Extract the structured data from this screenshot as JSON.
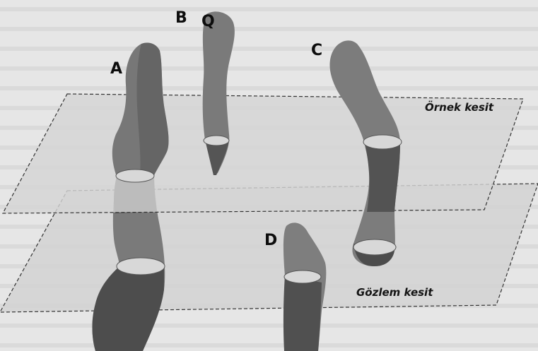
{
  "planes": {
    "upper_label": "Örnek kesit",
    "lower_label": "Gözlem kesit"
  },
  "objects": {
    "a": "A",
    "b": "B",
    "q": "Q",
    "c": "C",
    "d": "D"
  },
  "colors": {
    "background": "#e6e6e6",
    "background_text": "#c4c4c4",
    "plane_fill": "#d2d2d2",
    "object_light": "#7b7b7b",
    "object_dark": "#4c4c4c",
    "section_ellipse": "#d9d9d9"
  }
}
